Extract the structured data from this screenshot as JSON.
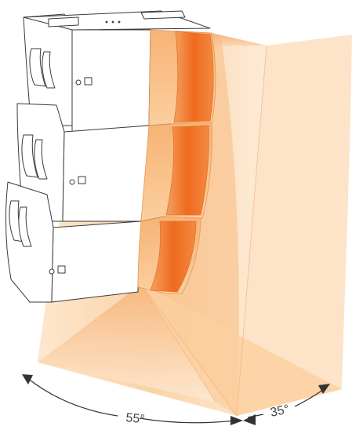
{
  "diagram": {
    "subject": "line-array-speaker-dispersion",
    "labels": {
      "left_angle": "55°",
      "right_angle": "35°"
    },
    "colors": {
      "beam_light": "#fbd7ae",
      "beam_mid": "#f6a25a",
      "beam_strong": "#f07024",
      "waveguide": "#ee6a1e",
      "cabinet_stroke": "#3a3a3a",
      "arrow": "#333333",
      "background": "#ffffff"
    },
    "cabinet_count": 3
  }
}
